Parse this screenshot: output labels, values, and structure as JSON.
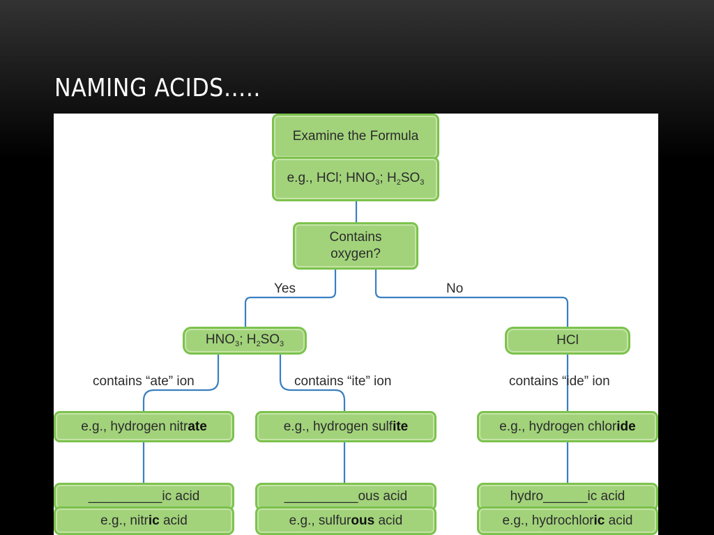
{
  "slide": {
    "title": "NAMING ACIDS….."
  },
  "flowchart": {
    "examine": {
      "title": "Examine the Formula",
      "example_prefix": "e.g., HCl; HNO",
      "example_sub1": "3",
      "example_mid": "; H",
      "example_sub2": "2",
      "example_so": "SO",
      "example_sub3": "3"
    },
    "decision": {
      "line1": "Contains",
      "line2": "oxygen?"
    },
    "branches": {
      "yes_label": "Yes",
      "no_label": "No"
    },
    "oxy_acids": {
      "hno": "HNO",
      "sub1": "3",
      "mid": "; H",
      "sub2": "2",
      "so": "SO",
      "sub3": "3"
    },
    "hydracid": {
      "label": "HCl"
    },
    "ion_labels": {
      "ate": "contains “ate” ion",
      "ite": "contains “ite” ion",
      "ide": "contains “ide” ion"
    },
    "salt_examples": {
      "ate_prefix": "e.g., hydrogen nitr",
      "ate_bold": "ate",
      "ite_prefix": "e.g., hydrogen sulf",
      "ite_bold": "ite",
      "ide_prefix": "e.g., hydrogen chlor",
      "ide_bold": "ide"
    },
    "acid_rules": {
      "ic_rule": "__________ic acid",
      "ous_rule": "__________ous acid",
      "hydro_rule": "hydro______ic acid"
    },
    "acid_examples": {
      "ic_prefix": "e.g., nitr",
      "ic_bold": "ic",
      "ic_suffix": " acid",
      "ous_prefix": "e.g., sulfur",
      "ous_bold": "ous",
      "ous_suffix": " acid",
      "hydro_prefix": "e.g., hydrochlor",
      "hydro_bold": "ic",
      "hydro_suffix": " acid"
    },
    "colors": {
      "box_fill": "#a2d37b",
      "box_border": "#7cc24d",
      "connector": "#3a7fc1"
    }
  }
}
